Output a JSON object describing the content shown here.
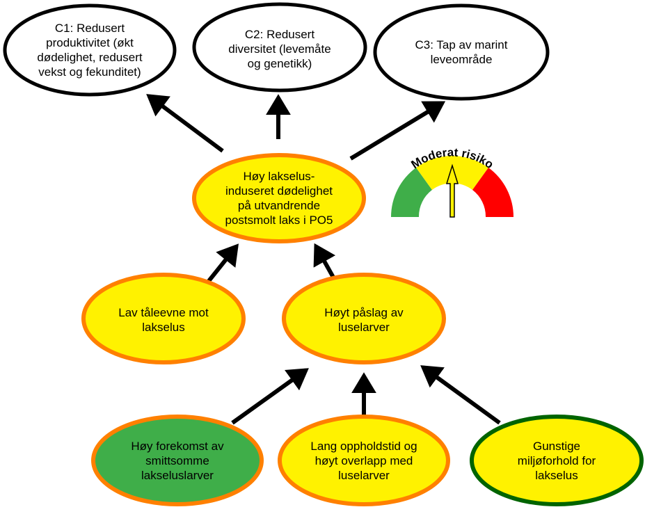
{
  "colors": {
    "yellow_fill": "#FFF200",
    "orange_border": "#FF8000",
    "green_fill": "#3FAE49",
    "dark_green_border": "#006400",
    "white_fill": "#FFFFFF",
    "black": "#000000",
    "gauge_green": "#3FAE49",
    "gauge_yellow": "#FFF200",
    "gauge_red": "#FF0000"
  },
  "consequences": [
    {
      "id": "c1",
      "label": "C1: Redusert produktivitet (økt dødelighet, redusert vekst og fekunditet)",
      "lines": [
        "C1: Redusert",
        "produktivitet (økt",
        "dødelighet, redusert",
        "vekst og fekunditet)"
      ]
    },
    {
      "id": "c2",
      "label": "C2: Redusert diversitet (levemåte og genetikk)",
      "lines": [
        "C2: Redusert",
        "diversitet (levemåte",
        "og genetikk)"
      ]
    },
    {
      "id": "c3",
      "label": "C3: Tap av marint leveområde",
      "lines": [
        "C3: Tap av marint",
        "leveområde"
      ]
    }
  ],
  "central": {
    "lines": [
      "Høy lakselus-",
      "induseret dødelighet",
      "på utvandrende",
      "postsmolt laks i PO5"
    ]
  },
  "middle": [
    {
      "id": "taleevne",
      "lines": [
        "Lav tåleevne mot",
        "lakselus"
      ]
    },
    {
      "id": "paslag",
      "lines": [
        "Høyt påslag av",
        "luselarver"
      ]
    }
  ],
  "bottom": [
    {
      "id": "forekomst",
      "lines": [
        "Høy forekomst av",
        "smittsomme",
        "lakseluslarver"
      ],
      "status": "green"
    },
    {
      "id": "oppholdstid",
      "lines": [
        "Lang oppholdstid og",
        "høyt overlapp med",
        "luselarver"
      ],
      "status": "yellow"
    },
    {
      "id": "miljo",
      "lines": [
        "Gunstige",
        "miljøforhold for",
        "lakselus"
      ],
      "status": "yellow-green-border"
    }
  ],
  "gauge": {
    "label": "Moderat risiko",
    "segments": [
      "low",
      "moderate",
      "high"
    ],
    "level": "moderate",
    "pointer_fraction": 0.5
  },
  "edges": [
    {
      "from": "central",
      "to": "c1"
    },
    {
      "from": "central",
      "to": "c2"
    },
    {
      "from": "central",
      "to": "c3"
    },
    {
      "from": "taleevne",
      "to": "central"
    },
    {
      "from": "paslag",
      "to": "central"
    },
    {
      "from": "forekomst",
      "to": "paslag"
    },
    {
      "from": "oppholdstid",
      "to": "paslag"
    },
    {
      "from": "miljo",
      "to": "paslag"
    }
  ]
}
